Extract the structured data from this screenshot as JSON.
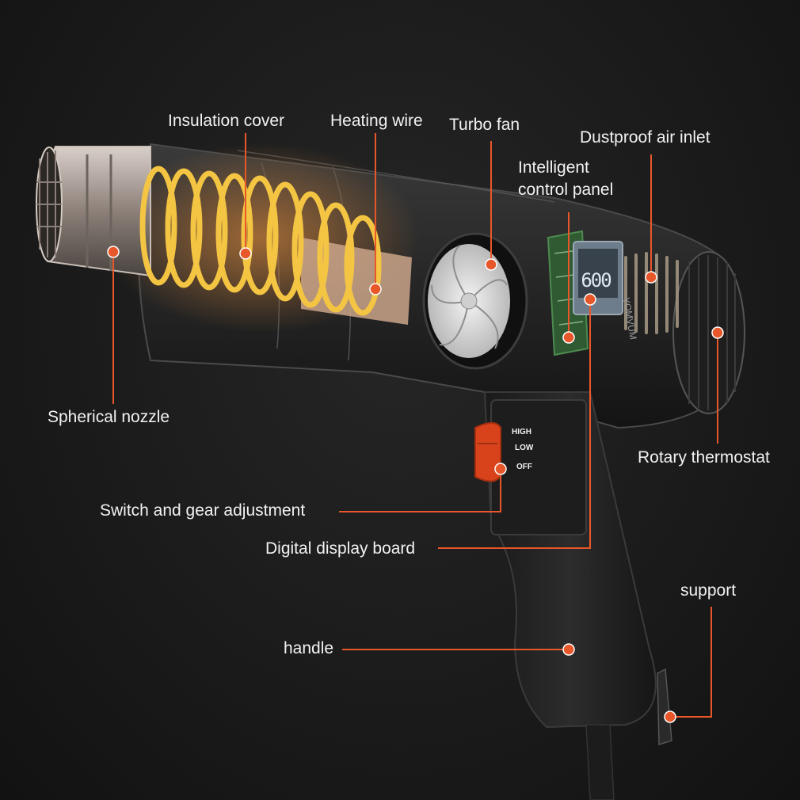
{
  "labels": {
    "insulation_cover": "Insulation cover",
    "heating_wire": "Heating wire",
    "turbo_fan": "Turbo fan",
    "dustproof_air_inlet": "Dustproof air inlet",
    "intelligent_control_panel_line1": "Intelligent",
    "intelligent_control_panel_line2": "control panel",
    "spherical_nozzle": "Spherical nozzle",
    "rotary_thermostat": "Rotary thermostat",
    "switch_and_gear_adjustment": "Switch and gear adjustment",
    "digital_display_board": "Digital display board",
    "support": "support",
    "handle": "handle"
  },
  "switch_marks": {
    "high": "HIGH",
    "low": "LOW",
    "off": "OFF"
  },
  "display_reading": "600",
  "brand_text": "YOMVUM",
  "colors": {
    "leader": "#e8572a",
    "background": "#1b1b1b",
    "label_text": "#f2f2f2",
    "heating_coil": "#f4c542"
  }
}
